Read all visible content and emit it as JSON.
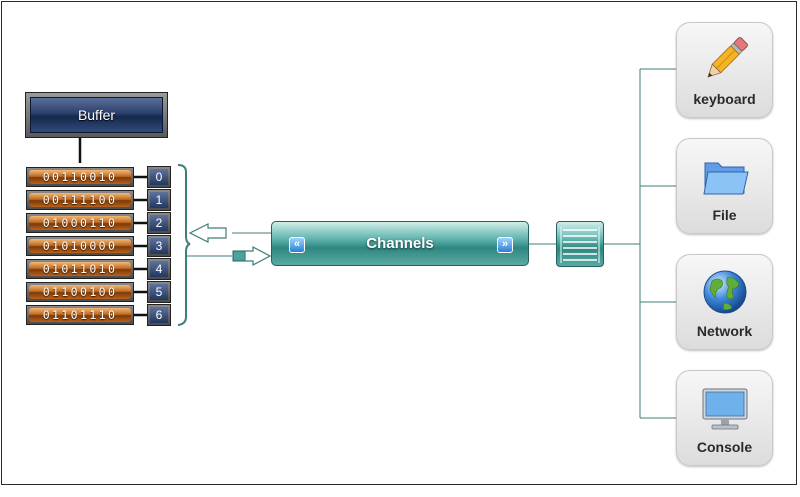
{
  "buffer": {
    "label": "Buffer"
  },
  "rows": [
    {
      "bits": "00110010",
      "index": "0"
    },
    {
      "bits": "00111100",
      "index": "1"
    },
    {
      "bits": "01000110",
      "index": "2"
    },
    {
      "bits": "01010000",
      "index": "3"
    },
    {
      "bits": "01011010",
      "index": "4"
    },
    {
      "bits": "01100100",
      "index": "5"
    },
    {
      "bits": "01101110",
      "index": "6"
    }
  ],
  "channels": {
    "label": "Channels"
  },
  "devices": [
    {
      "label": "keyboard",
      "icon": "pencil-icon"
    },
    {
      "label": "File",
      "icon": "folder-icon"
    },
    {
      "label": "Network",
      "icon": "globe-icon"
    },
    {
      "label": "Console",
      "icon": "monitor-icon"
    }
  ],
  "colors": {
    "teal": "#3a8f89",
    "wire": "#3d7f7a",
    "bits_orange": "#c06b22",
    "index_blue": "#22375f"
  }
}
